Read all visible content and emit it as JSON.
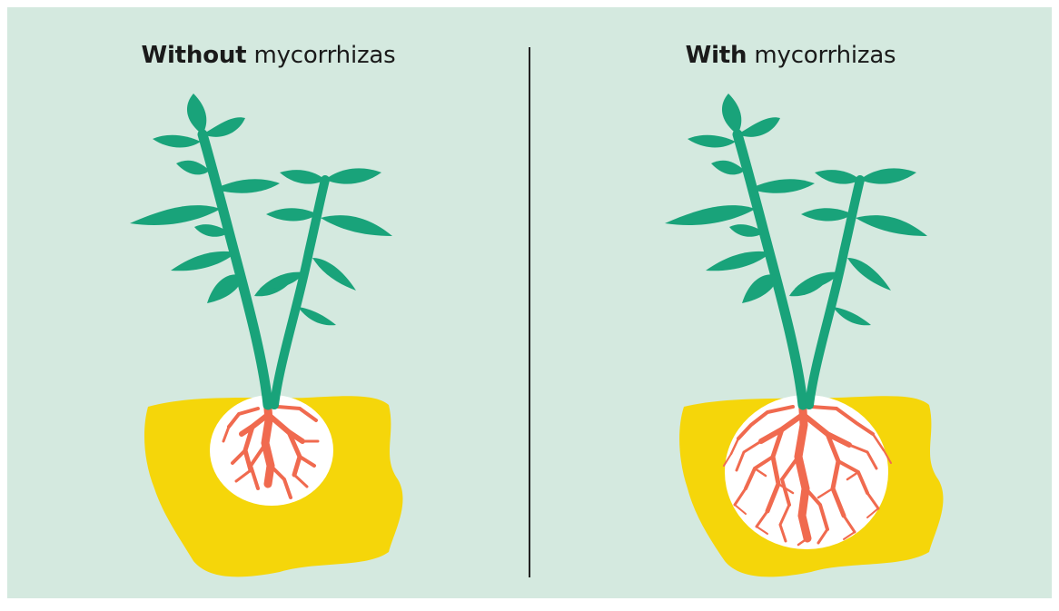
{
  "colors": {
    "background": "#d4e9df",
    "leaf": "#19a37a",
    "soil": "#f5d60a",
    "root_zone": "#ffffff",
    "roots": "#f06a4f",
    "divider": "#222222",
    "text": "#1a1a1a"
  },
  "panels": [
    {
      "title_strong": "Without",
      "title_rest": " mycorrhizas",
      "root_density": "sparse"
    },
    {
      "title_strong": "With",
      "title_rest": " mycorrhizas",
      "root_density": "dense"
    }
  ]
}
